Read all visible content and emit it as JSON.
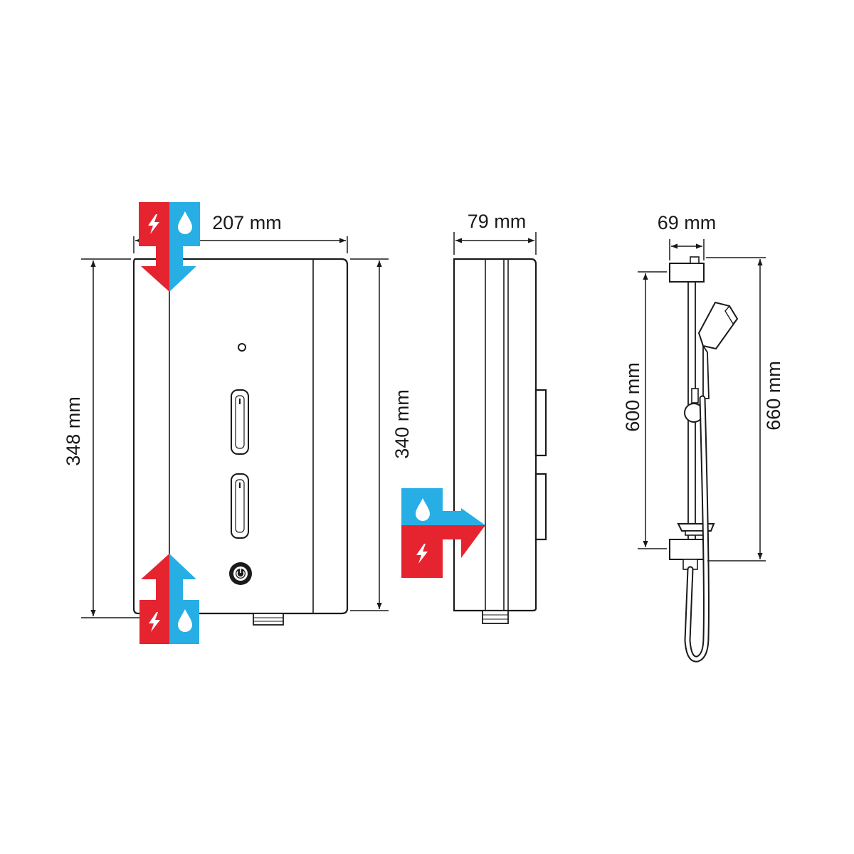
{
  "dimensions": {
    "front_width": "207 mm",
    "front_height": "348 mm",
    "cover_height": "340 mm",
    "side_depth": "79 mm",
    "rail_width": "69 mm",
    "rail_fixing_height": "600 mm",
    "rail_overall_height": "660 mm"
  },
  "colors": {
    "electric": "#e52430",
    "water": "#27aee5",
    "outline": "#1a1a1a"
  },
  "icons": {
    "electric": "lightning-bolt-icon",
    "water": "water-drop-icon",
    "arrow": "flow-arrow-icon",
    "power": "power-button-icon"
  }
}
